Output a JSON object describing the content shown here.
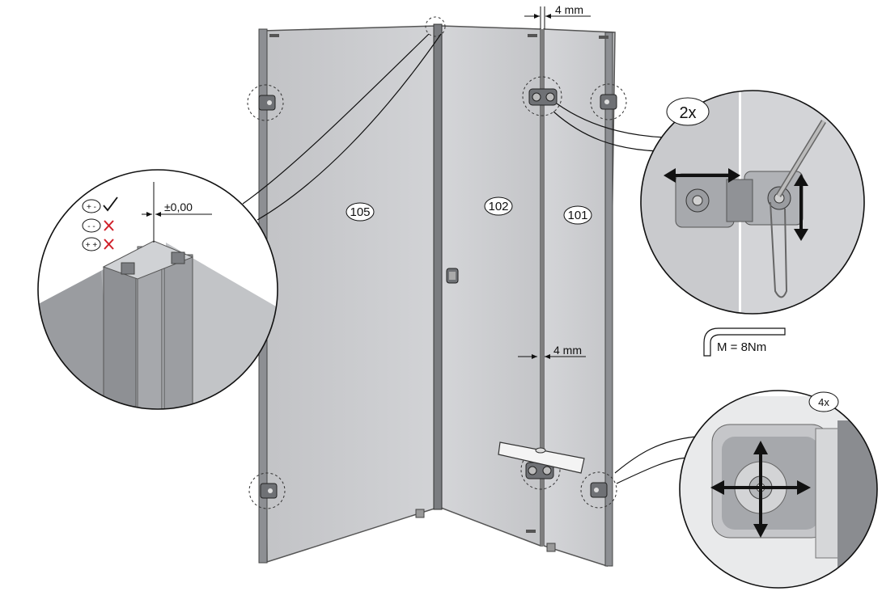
{
  "panels": {
    "left": "105",
    "middle": "102",
    "right": "101"
  },
  "dimensions": {
    "top_gap": "4 mm",
    "mid_gap": "4 mm",
    "alignment": "±0,00"
  },
  "details": {
    "hinge_count": "2x",
    "bracket_count": "4x",
    "torque": "M = 8Nm"
  },
  "legend": {
    "ok": "+ -",
    "wrong_1": "- -",
    "wrong_2": "+ +"
  },
  "colors": {
    "glass": "#c8c9cc",
    "profile": "#8a8c90",
    "arrow": "#111111",
    "cross": "#d0202a"
  }
}
